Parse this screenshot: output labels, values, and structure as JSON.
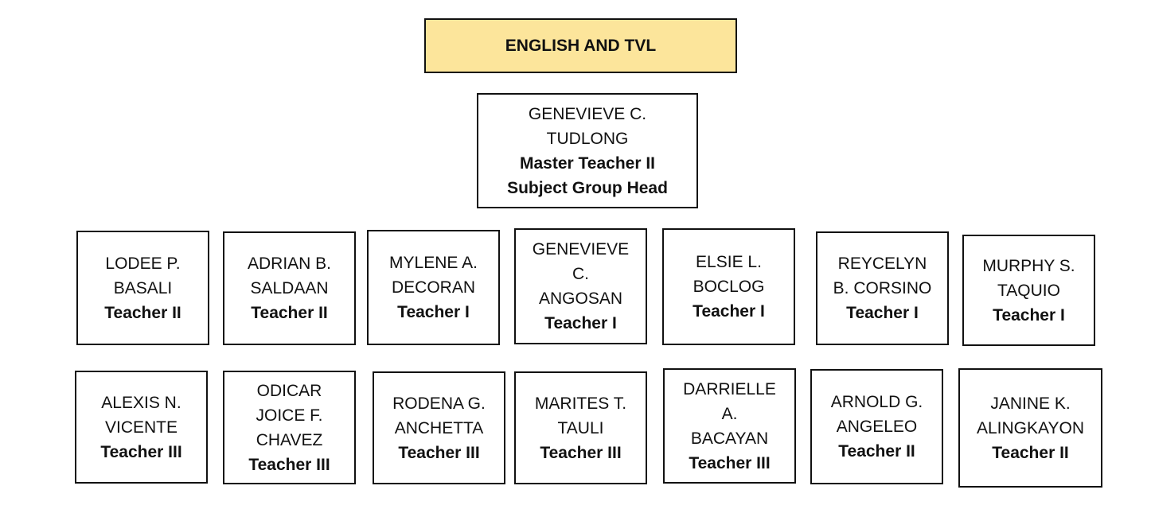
{
  "title": {
    "text": "ENGLISH AND TVL",
    "color": "#fce59b"
  },
  "head": {
    "name_lines": [
      "GENEVIEVE C.",
      "TUDLONG"
    ],
    "role_lines": [
      "Master Teacher II",
      "Subject Group Head"
    ]
  },
  "row1": [
    {
      "name_lines": [
        "LODEE P.",
        "BASALI"
      ],
      "role": "Teacher II"
    },
    {
      "name_lines": [
        "ADRIAN B.",
        "SALDAAN"
      ],
      "role": "Teacher II"
    },
    {
      "name_lines": [
        "MYLENE A.",
        "DECORAN"
      ],
      "role": "Teacher I"
    },
    {
      "name_lines": [
        "GENEVIEVE",
        "C.",
        "ANGOSAN"
      ],
      "role": "Teacher I"
    },
    {
      "name_lines": [
        "ELSIE L.",
        "BOCLOG"
      ],
      "role": "Teacher I"
    },
    {
      "name_lines": [
        "REYCELYN",
        "B. CORSINO"
      ],
      "role": "Teacher I"
    },
    {
      "name_lines": [
        "MURPHY S.",
        "TAQUIO"
      ],
      "role": "Teacher I"
    }
  ],
  "row2": [
    {
      "name_lines": [
        "ALEXIS N.",
        "VICENTE"
      ],
      "role": "Teacher III"
    },
    {
      "name_lines": [
        "ODICAR",
        "JOICE F.",
        "CHAVEZ"
      ],
      "role": "Teacher III"
    },
    {
      "name_lines": [
        "RODENA G.",
        "ANCHETTA"
      ],
      "role": "Teacher III"
    },
    {
      "name_lines": [
        "MARITES T.",
        "TAULI"
      ],
      "role": "Teacher III"
    },
    {
      "name_lines": [
        "DARRIELLE",
        "A.",
        "BACAYAN"
      ],
      "role": "Teacher III"
    },
    {
      "name_lines": [
        "ARNOLD G.",
        "ANGELEO"
      ],
      "role": "Teacher II"
    },
    {
      "name_lines": [
        "JANINE K.",
        "ALINGKAYON"
      ],
      "role": "Teacher II"
    }
  ]
}
